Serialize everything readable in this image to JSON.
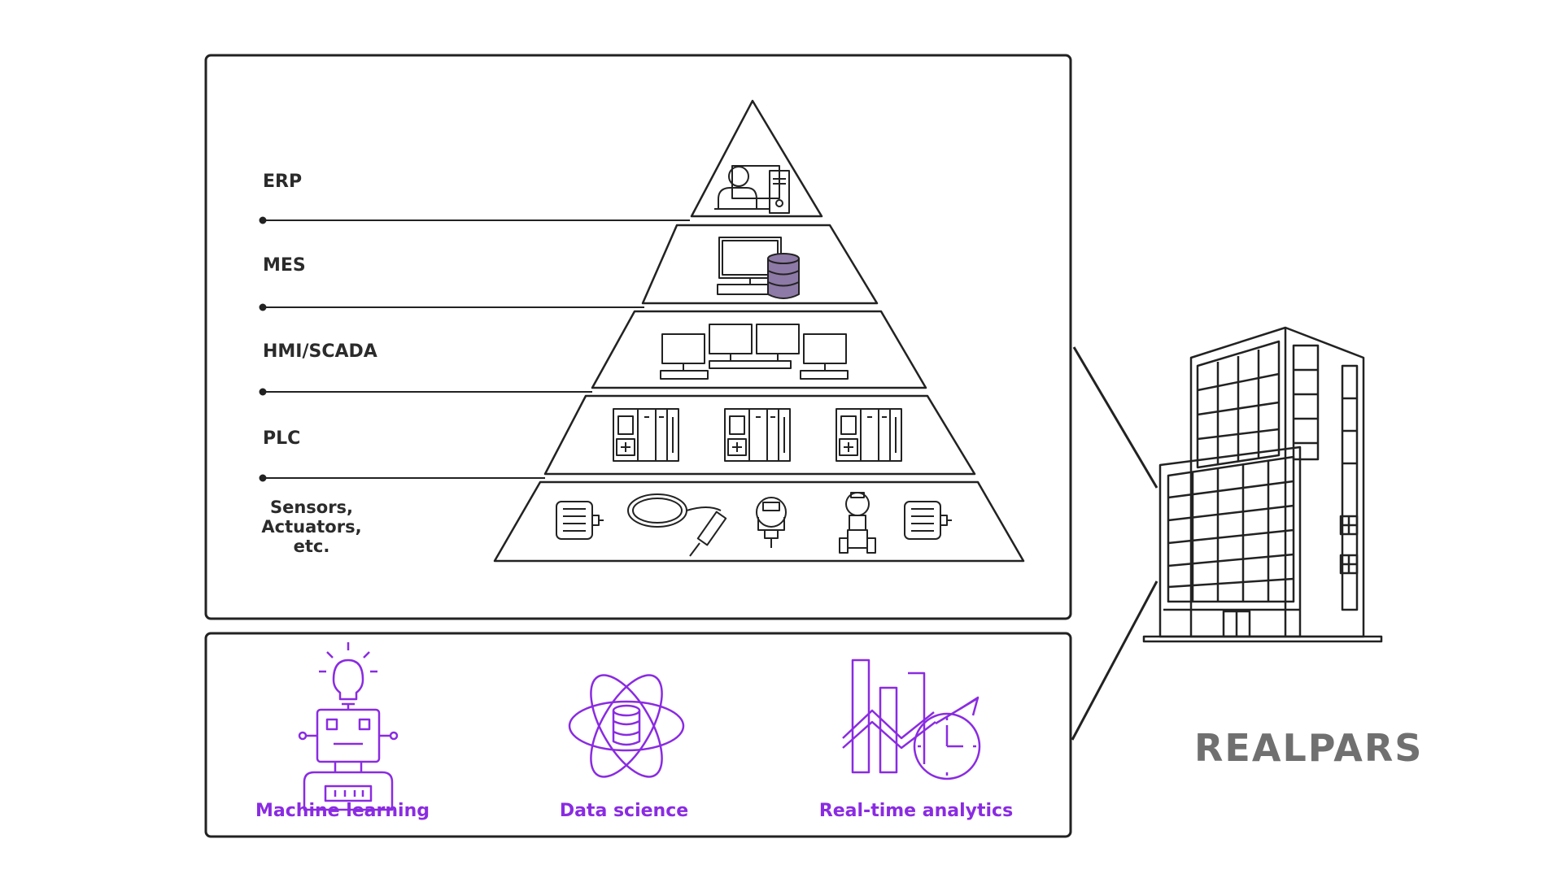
{
  "pyramid": {
    "levels": [
      {
        "label": "ERP",
        "icon": "operator-workstation-icon"
      },
      {
        "label": "MES",
        "icon": "computer-database-icon"
      },
      {
        "label": "HMI/SCADA",
        "icon": "monitors-icon"
      },
      {
        "label": "PLC",
        "icon": "plc-modules-icon"
      },
      {
        "label_lines": [
          "Sensors,",
          "Actuators,",
          "etc."
        ],
        "icon": "field-devices-icon"
      }
    ]
  },
  "analytics": {
    "items": [
      {
        "label": "Machine learning",
        "icon": "robot-lightbulb-icon"
      },
      {
        "label": "Data science",
        "icon": "atom-database-icon"
      },
      {
        "label": "Real-time analytics",
        "icon": "chart-clock-icon"
      }
    ]
  },
  "brand": {
    "name": "REALPARS"
  },
  "colors": {
    "accent": "#8a2be2",
    "line": "#222222",
    "brand": "#707070",
    "db_fill": "#8e7aa6"
  }
}
